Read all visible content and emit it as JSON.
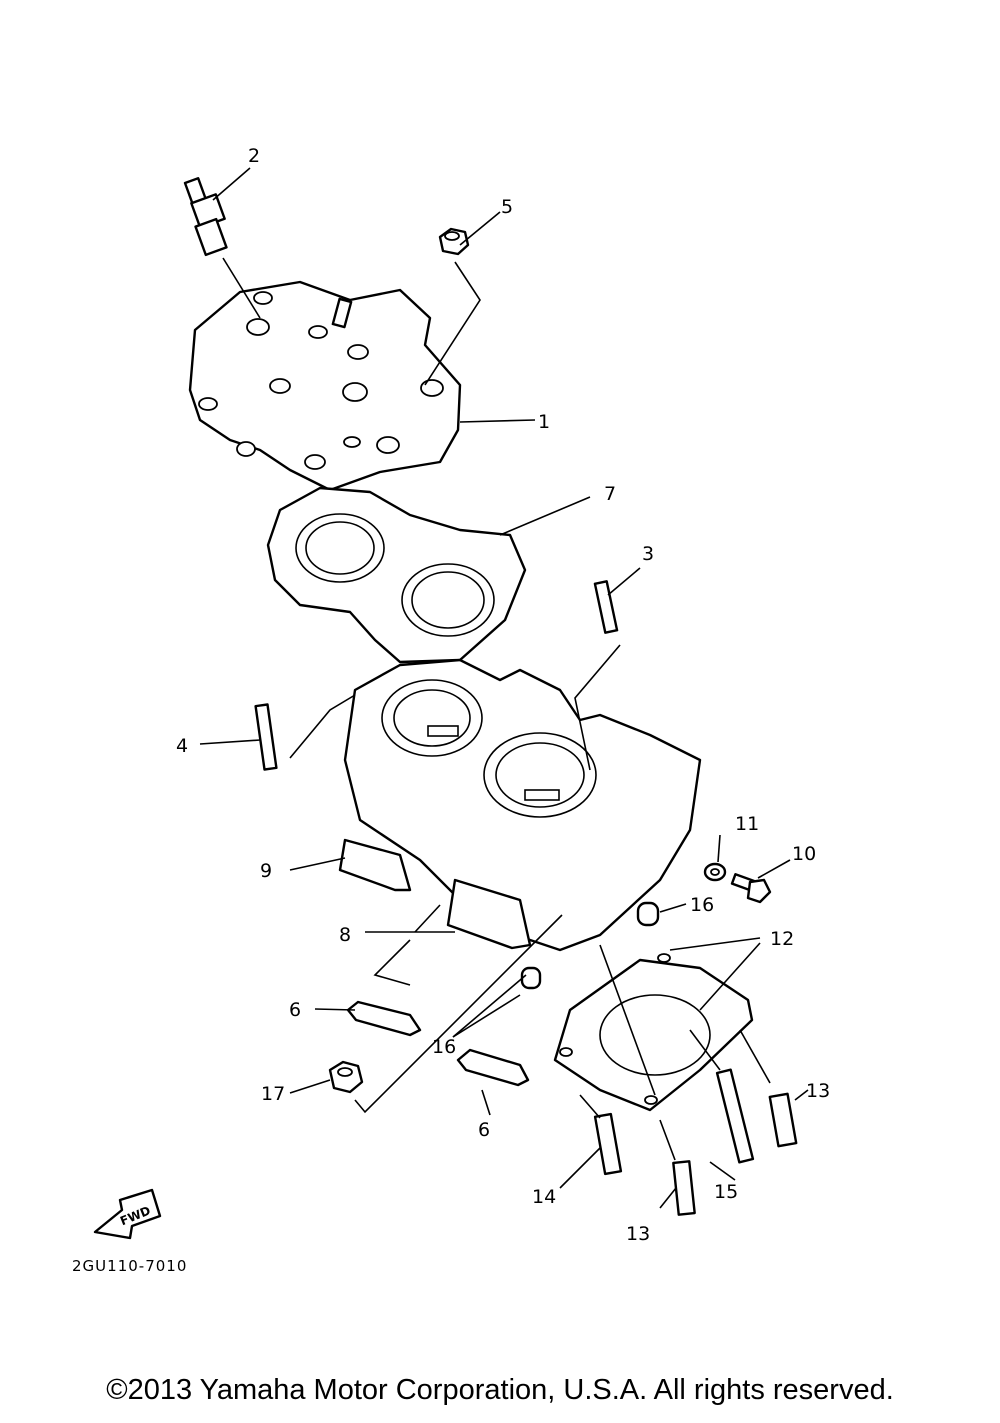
{
  "diagram": {
    "callouts": [
      "1",
      "2",
      "3",
      "4",
      "5",
      "6",
      "7",
      "8",
      "9",
      "10",
      "11",
      "12",
      "13",
      "14",
      "15",
      "16",
      "17"
    ],
    "duplicate_callouts": {
      "6": "6",
      "13": "13",
      "16": "16"
    },
    "drawing_code": "2GU110-7010",
    "fwd_label": "FWD"
  },
  "footer": {
    "copyright": "©2013 Yamaha Motor Corporation, U.S.A. All rights reserved."
  }
}
